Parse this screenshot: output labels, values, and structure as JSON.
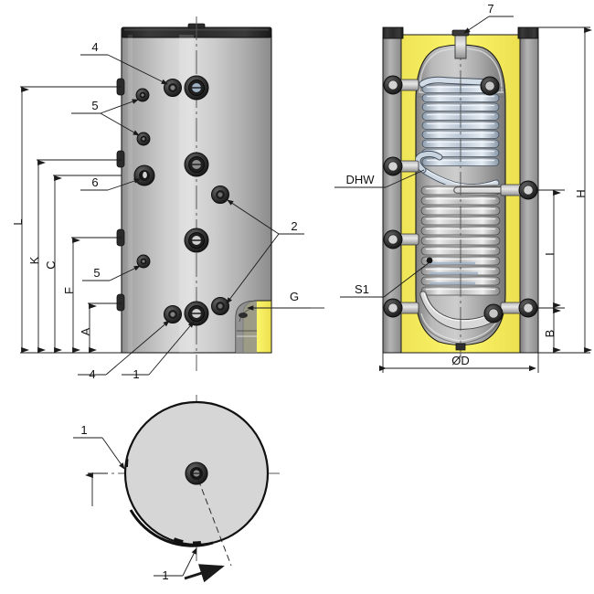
{
  "drawing": {
    "title": "Hot water storage tank with two heat exchanger coils - technical drawing",
    "background_color": "#ffffff",
    "line_color": "#1a1a1a",
    "insulation_color": "#f6ee5e",
    "steel_light": "#d7d7d7",
    "steel_mid": "#a9a9a9",
    "steel_dark": "#6e6e6e",
    "cap_color": "#2e2e2e",
    "coil_color": "#c9d2dc"
  },
  "views": {
    "front": {
      "name": "front-elevation-view",
      "dimension_labels": [
        {
          "id": "L",
          "label": "L"
        },
        {
          "id": "K",
          "label": "K"
        },
        {
          "id": "C",
          "label": "C"
        },
        {
          "id": "F",
          "label": "F"
        },
        {
          "id": "A",
          "label": "A"
        },
        {
          "id": "G",
          "label": "G"
        }
      ],
      "balloons": [
        {
          "id": "b4-top",
          "label": "4"
        },
        {
          "id": "b5-top",
          "label": "5"
        },
        {
          "id": "b6",
          "label": "6"
        },
        {
          "id": "b5-mid",
          "label": "5"
        },
        {
          "id": "b2",
          "label": "2"
        },
        {
          "id": "b4-bottom",
          "label": "4"
        },
        {
          "id": "b1-bottom",
          "label": "1"
        }
      ]
    },
    "section": {
      "name": "cross-section-view",
      "dimension_labels": [
        {
          "id": "H",
          "label": "H"
        },
        {
          "id": "I",
          "label": "I"
        },
        {
          "id": "B",
          "label": "B"
        },
        {
          "id": "D",
          "label": "ØD"
        }
      ],
      "callouts": [
        {
          "id": "c7",
          "label": "7"
        },
        {
          "id": "cDHW",
          "label": "DHW"
        },
        {
          "id": "cS1",
          "label": "S1"
        }
      ]
    },
    "plan": {
      "name": "plan-top-view",
      "callouts": [
        {
          "id": "p1-left",
          "label": "1"
        },
        {
          "id": "p1-bottom",
          "label": "1"
        }
      ]
    }
  }
}
